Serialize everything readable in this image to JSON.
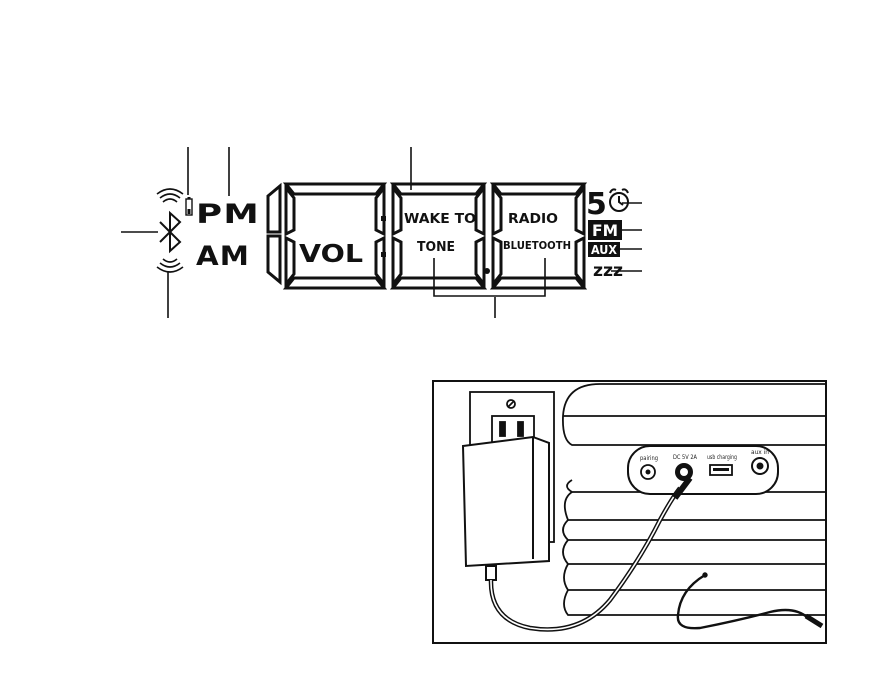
{
  "lcd": {
    "pm": "PM",
    "am": "AM",
    "vol": "VOL",
    "wake_to": "WAKE TO",
    "tone": "TONE",
    "radio": "RADIO",
    "bluetooth": "BLUETOOTH",
    "alarm_number": "5",
    "fm": "FM",
    "aux": "AUX",
    "sleep": "zzz"
  },
  "rear_panel": {
    "pairing_label": "pairing",
    "dc_label": "DC 5V 2A",
    "usb_label": "usb charging",
    "aux_label": "aux in"
  },
  "colors": {
    "ink": "#111111",
    "paper": "#ffffff"
  }
}
